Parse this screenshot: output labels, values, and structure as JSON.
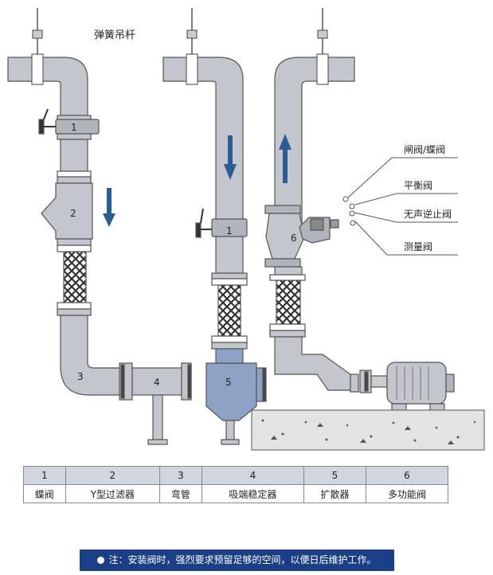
{
  "diagram": {
    "hanger_label": "弹簧吊杆",
    "callouts": [
      "闸阀/蝶阀",
      "平衡阀",
      "无声逆止阀",
      "测量阀"
    ],
    "part_numbers": {
      "left_butterfly": "1",
      "y_strainer": "2",
      "elbow": "3",
      "suction_stabilizer": "4",
      "diffuser": "5",
      "mid_butterfly": "1",
      "multi_valve": "6"
    },
    "colors": {
      "pipe": "#c3c6cc",
      "diffuser": "#8ea2c6",
      "arrow": "#2a5c95",
      "note_bg": "#1b3f86"
    }
  },
  "legend": {
    "numbers": [
      "1",
      "2",
      "3",
      "4",
      "5",
      "6"
    ],
    "names": [
      "蝶阀",
      "Y型过滤器",
      "弯管",
      "吸端稳定器",
      "扩散器",
      "多功能阀"
    ]
  },
  "note": "注：安装阀时，强烈要求预留足够的空间，以便日后维护工作。"
}
